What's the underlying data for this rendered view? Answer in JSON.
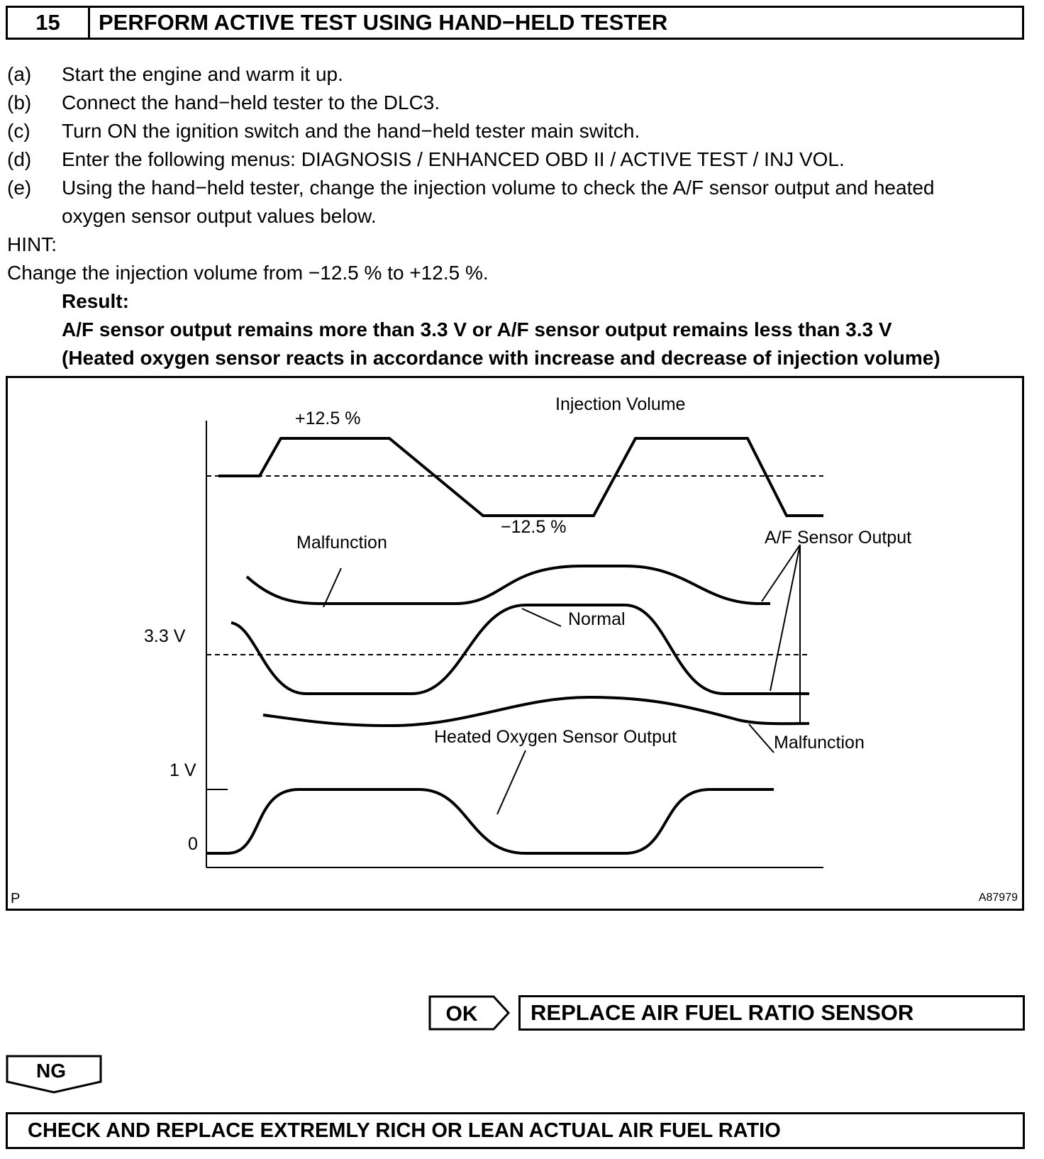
{
  "step": {
    "number": "15",
    "title": "PERFORM ACTIVE TEST USING HAND−HELD TESTER"
  },
  "instructions": [
    {
      "label": "(a)",
      "text": "Start the engine and warm it up."
    },
    {
      "label": "(b)",
      "text": "Connect the hand−held tester to the DLC3."
    },
    {
      "label": "(c)",
      "text": "Turn ON the ignition switch and the hand−held tester main switch."
    },
    {
      "label": "(d)",
      "text": "Enter the following menus: DIAGNOSIS / ENHANCED OBD II / ACTIVE TEST / INJ VOL."
    },
    {
      "label": "(e)",
      "text": "Using the hand−held tester, change the injection volume to check the A/F sensor output and heated",
      "continuation": "oxygen sensor output values below."
    }
  ],
  "hint": {
    "label": "HINT:",
    "text": "Change the injection volume from −12.5 % to +12.5 %."
  },
  "result": {
    "label": "Result:",
    "line1": "A/F sensor output remains more than 3.3 V or A/F sensor output remains less than 3.3 V",
    "line2": "(Heated oxygen sensor reacts in accordance with increase and decrease of injection volume)"
  },
  "figure": {
    "injection_volume_label": "Injection Volume",
    "plus_label": "+12.5 %",
    "minus_label": "−12.5 %",
    "malfunction_top_label": "Malfunction",
    "af_sensor_label": "A/F Sensor Output",
    "normal_label": "Normal",
    "malfunction_bottom_label": "Malfunction",
    "threshold_label": "3.3 V",
    "ho2_label": "Heated Oxygen Sensor Output",
    "one_volt_label": "1 V",
    "zero_label": "0",
    "code_left": "P",
    "code_right": "A87979"
  },
  "outcomes": {
    "ok_label": "OK",
    "ok_action": "REPLACE AIR FUEL RATIO SENSOR",
    "ng_label": "NG",
    "ng_action": "CHECK AND REPLACE EXTREMLY RICH OR LEAN ACTUAL AIR FUEL RATIO"
  }
}
